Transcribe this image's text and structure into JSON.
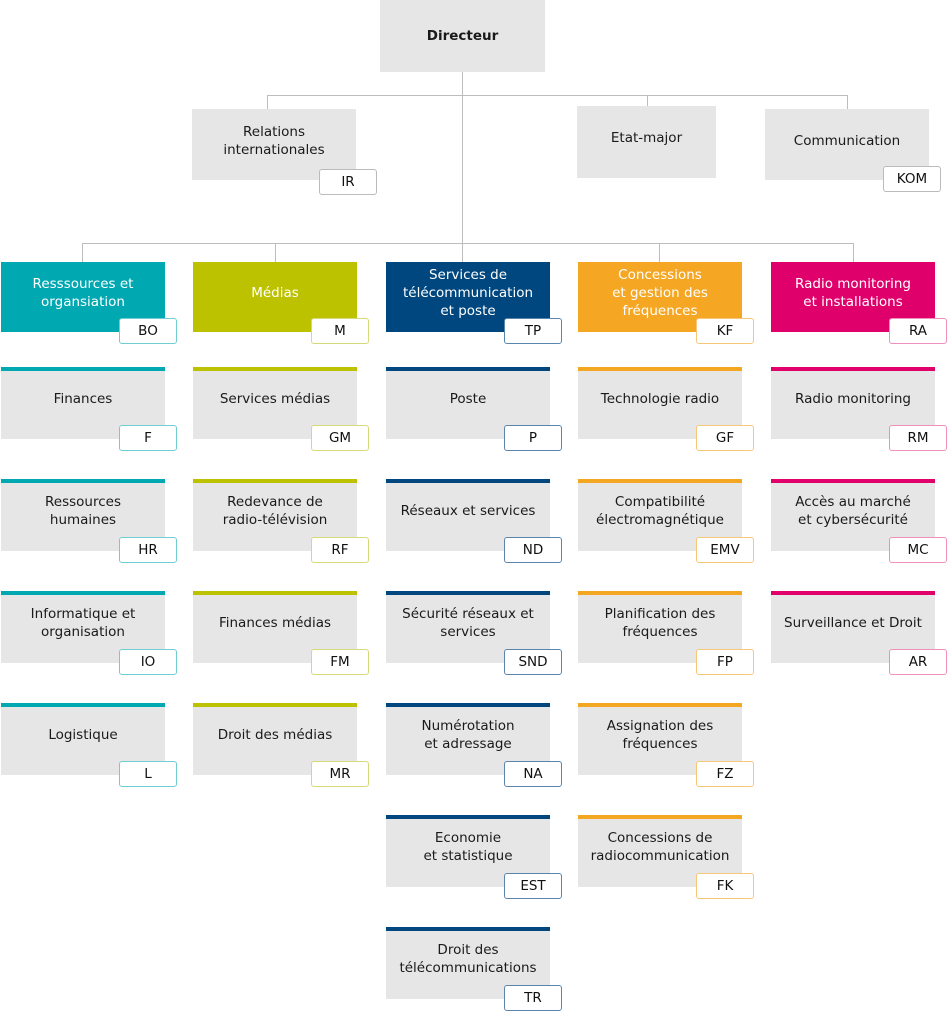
{
  "director": {
    "label": "Directeur"
  },
  "staff": [
    {
      "label": "Relations\ninternationales",
      "code": "IR"
    },
    {
      "label": "Etat-major",
      "code": null
    },
    {
      "label": "Communication",
      "code": "KOM"
    }
  ],
  "divisions": [
    {
      "label": "Resssources et\norgansiation",
      "code": "BO",
      "color": "#00a8b2",
      "badge_border": "#6fcdd3",
      "units": [
        {
          "label": "Finances",
          "code": "F"
        },
        {
          "label": "Ressources\nhumaines",
          "code": "HR"
        },
        {
          "label": "Informatique et\norganisation",
          "code": "IO"
        },
        {
          "label": "Logistique",
          "code": "L"
        }
      ]
    },
    {
      "label": "Médias",
      "code": "M",
      "color": "#bdc200",
      "badge_border": "#d6d97a",
      "units": [
        {
          "label": "Services médias",
          "code": "GM"
        },
        {
          "label": "Redevance de\nradio-télévision",
          "code": "RF"
        },
        {
          "label": "Finances médias",
          "code": "FM"
        },
        {
          "label": "Droit des médias",
          "code": "MR"
        }
      ]
    },
    {
      "label": "Services de\ntélécommunication\net poste",
      "code": "TP",
      "color": "#00477f",
      "badge_border": "#5a86ad",
      "units": [
        {
          "label": "Poste",
          "code": "P"
        },
        {
          "label": "Réseaux et services",
          "code": "ND"
        },
        {
          "label": "Sécurité réseaux et\nservices",
          "code": "SND"
        },
        {
          "label": "Numérotation\net adressage",
          "code": "NA"
        },
        {
          "label": "Economie\net statistique",
          "code": "EST"
        },
        {
          "label": "Droit des\ntélécommunications",
          "code": "TR"
        }
      ]
    },
    {
      "label": "Concessions\net gestion des\nfréquences",
      "code": "KF",
      "color": "#f5a623",
      "badge_border": "#f7c777",
      "units": [
        {
          "label": "Technologie radio",
          "code": "GF"
        },
        {
          "label": "Compatibilité\nélectromagnétique",
          "code": "EMV"
        },
        {
          "label": "Planification des\nfréquences",
          "code": "FP"
        },
        {
          "label": "Assignation des\nfréquences",
          "code": "FZ"
        },
        {
          "label": "Concessions de\nradiocommunication",
          "code": "FK"
        }
      ]
    },
    {
      "label": "Radio monitoring\net installations",
      "code": "RA",
      "color": "#e0006c",
      "badge_border": "#ef8fbd",
      "units": [
        {
          "label": "Radio monitoring",
          "code": "RM"
        },
        {
          "label": "Accès au marché\net cybersécurité",
          "code": "MC"
        },
        {
          "label": "Surveillance et Droit",
          "code": "AR"
        }
      ]
    }
  ]
}
